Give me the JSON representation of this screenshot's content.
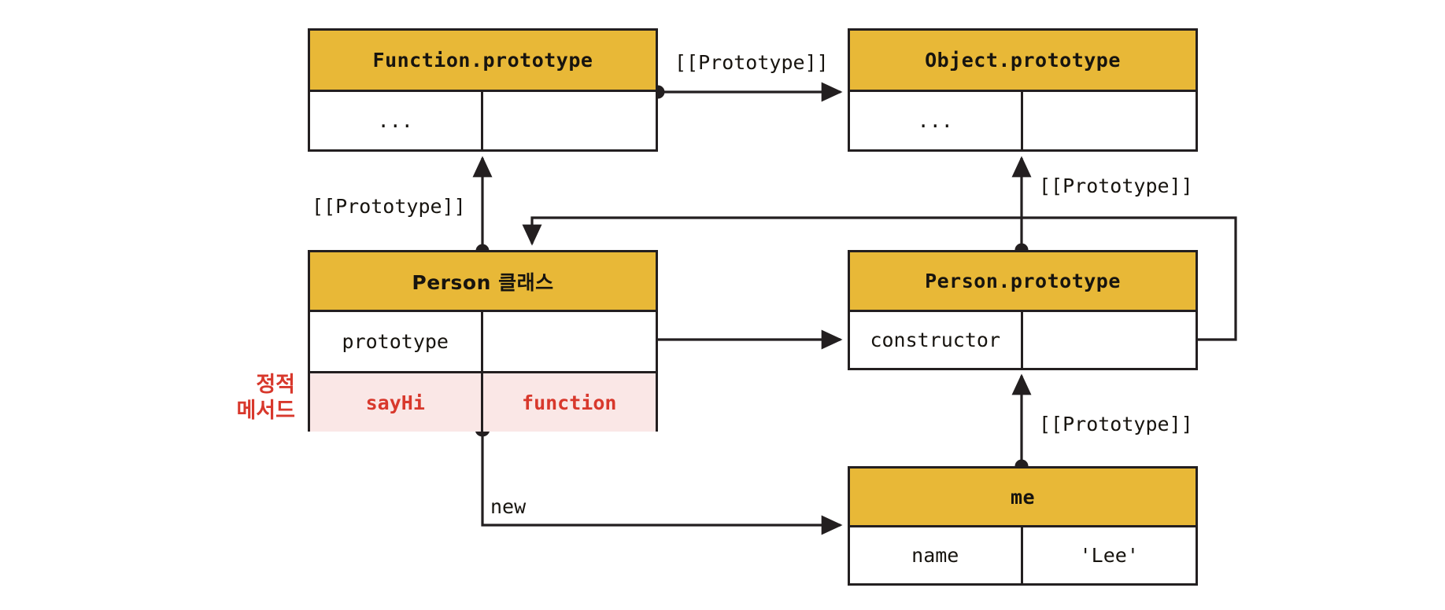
{
  "diagram": {
    "title": "JavaScript prototype chain with static method",
    "colors": {
      "header_fill": "#E8B837",
      "static_row_fill": "#FAE7E6",
      "static_text": "#D8382C",
      "stroke": "#231f20",
      "body_fill": "#ffffff"
    },
    "boxes": [
      {
        "id": "function-prototype",
        "title": "Function.prototype",
        "rows": [
          {
            "left": "...",
            "right": ""
          }
        ]
      },
      {
        "id": "object-prototype",
        "title": "Object.prototype",
        "rows": [
          {
            "left": "...",
            "right": ""
          }
        ]
      },
      {
        "id": "person-class",
        "title": "Person 클래스",
        "rows": [
          {
            "left": "prototype",
            "right": "",
            "style": "normal"
          },
          {
            "left": "sayHi",
            "right": "function",
            "style": "static"
          }
        ]
      },
      {
        "id": "person-prototype",
        "title": "Person.prototype",
        "rows": [
          {
            "left": "constructor",
            "right": ""
          }
        ]
      },
      {
        "id": "me-instance",
        "title": "me",
        "rows": [
          {
            "left": "name",
            "right": "'Lee'"
          }
        ]
      }
    ],
    "edge_labels": {
      "fp_to_op": "[[Prototype]]",
      "class_to_fp": "[[Prototype]]",
      "pp_to_op": "[[Prototype]]",
      "me_to_pp": "[[Prototype]]",
      "new_edge": "new"
    },
    "annotations": {
      "static_method_line1": "정적",
      "static_method_line2": "메서드"
    }
  }
}
